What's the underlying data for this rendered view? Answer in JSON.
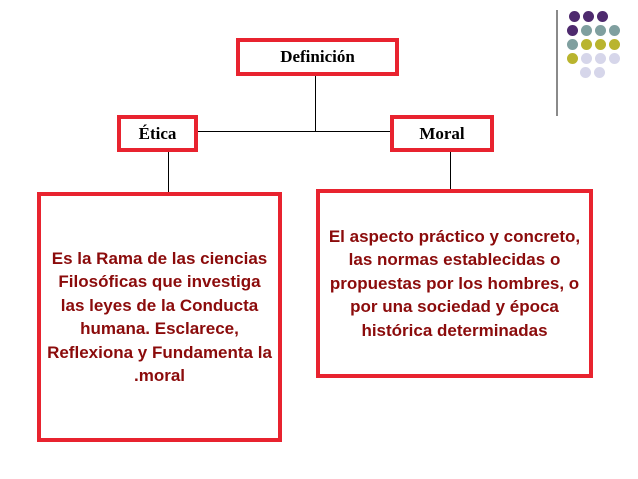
{
  "diagram": {
    "root": {
      "label": "Definición"
    },
    "left": {
      "label": "Ética",
      "description": "Es la Rama de las ciencias Filosóficas que investiga las leyes de la Conducta humana.  Esclarece, Reflexiona y Fundamenta la .moral"
    },
    "right": {
      "label": "Moral",
      "description": "El aspecto práctico y concreto, las normas establecidas o propuestas por los hombres, o por una sociedad y época histórica determinadas"
    }
  },
  "decoration": {
    "dot_colors": {
      "purple": "#4e2a6e",
      "teal": "#7f9f9f",
      "olive": "#b9b42e",
      "lavender": "#d6d6ea"
    },
    "dot_grid": [
      [
        "purple",
        "purple",
        "purple"
      ],
      [
        "purple",
        "teal",
        "teal",
        "teal"
      ],
      [
        "teal",
        "olive",
        "olive",
        "olive"
      ],
      [
        "olive",
        "lavender",
        "lavender",
        "lavender"
      ],
      [
        "lavender",
        "lavender"
      ]
    ]
  },
  "colors": {
    "box_border": "#e8232f",
    "description_text": "#8b0b0b"
  }
}
